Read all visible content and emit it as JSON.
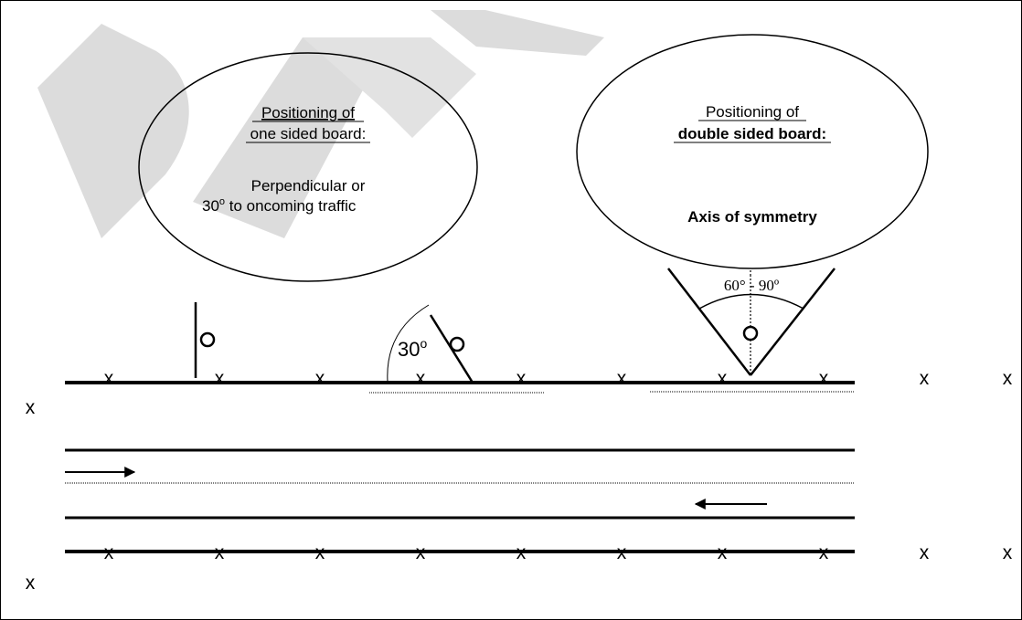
{
  "watermark": {
    "text": "DRAFT",
    "color": "#d3d3d3"
  },
  "one_sided_bubble": {
    "heading_line1": "Positioning of",
    "heading_line2": "one sided board:",
    "body_line1": "Perpendicular or",
    "body_line2_prefix": "30",
    "body_line2_degree": "o",
    "body_line2_suffix": " to oncoming traffic"
  },
  "double_sided_bubble": {
    "heading_line1": "Positioning of",
    "heading_line2": "double sided board:",
    "body": "Axis of symmetry"
  },
  "angle_labels": {
    "thirty": "30",
    "thirty_degree": "o",
    "v_range": "60° - 90º"
  },
  "x_marker": "x",
  "colors": {
    "line": "#000000",
    "background": "#ffffff"
  }
}
